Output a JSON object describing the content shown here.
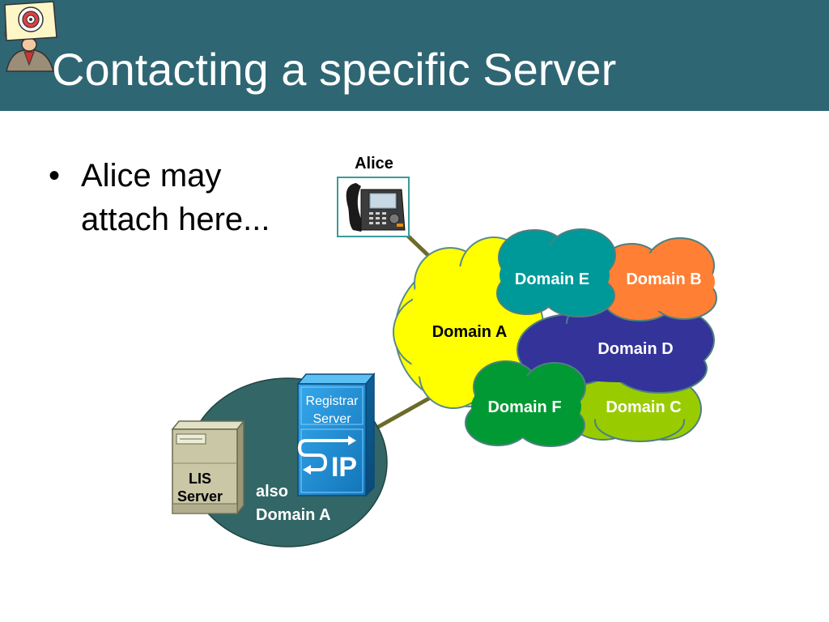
{
  "slide": {
    "title": "Contacting a specific Server",
    "bullet_marker": "•",
    "bullet_text": "Alice may attach here..."
  },
  "diagram": {
    "phone_label": "Alice",
    "domains": {
      "a": "Domain A",
      "b": "Domain B",
      "c": "Domain C",
      "d": "Domain D",
      "e": "Domain E",
      "f": "Domain F"
    },
    "registrar_line1": "Registrar",
    "registrar_line2": "Server",
    "sip_logo": "IP",
    "lis_line1": "LIS",
    "lis_line2": "Server",
    "local_line1": "also",
    "local_line2": "Domain A"
  },
  "colors": {
    "title_bar": "#2f6673",
    "domain_a": "#ffff00",
    "domain_b": "#ff7f35",
    "domain_c": "#99cc00",
    "domain_d": "#333399",
    "domain_e": "#009999",
    "domain_f": "#009933",
    "local_network": "#336666",
    "registrar": "#1b8fd6"
  },
  "icons": {
    "logo": "target-sign-person-icon",
    "phone": "ip-phone-icon",
    "lis": "file-server-icon",
    "registrar": "sip-server-icon"
  }
}
